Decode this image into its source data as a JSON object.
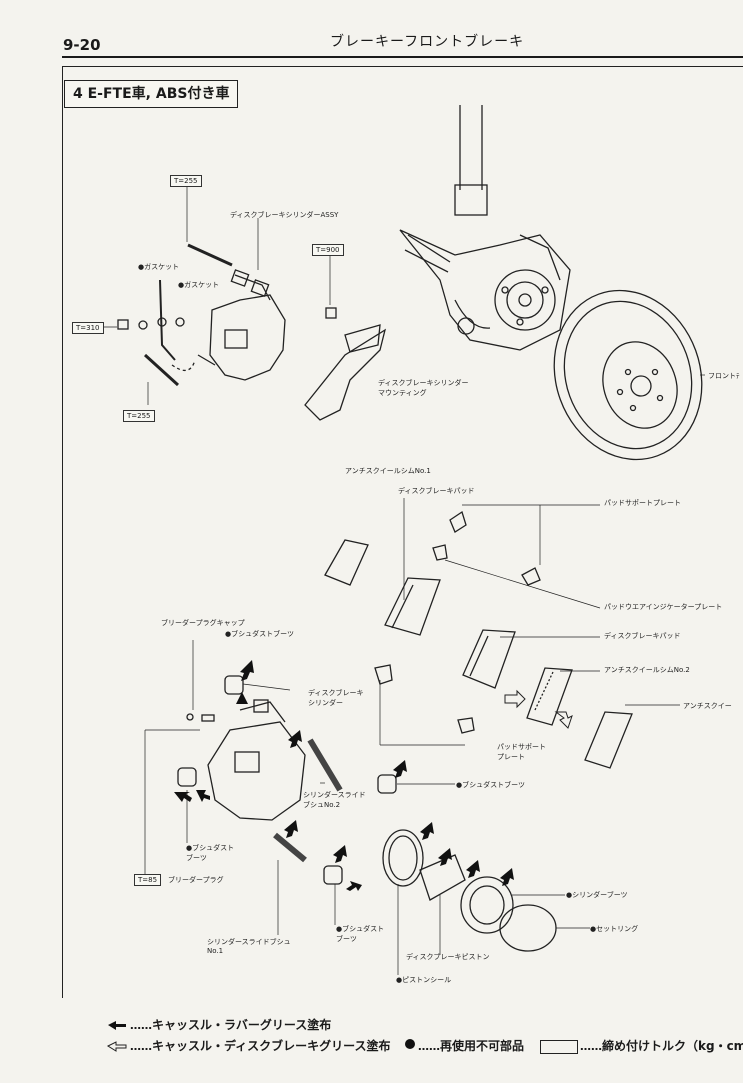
{
  "page": {
    "number": "9-20",
    "header": "ブレーキーフロントブレーキ"
  },
  "section": {
    "title": "4 E-FTE車, ABS付き車"
  },
  "torque": {
    "t255a": "T=255",
    "t900": "T=900",
    "t310": "T=310",
    "t255b": "T=255",
    "t85": "T=85"
  },
  "labels": {
    "cylinder_assy": "ディスクブレーキシリンダーASSY",
    "gasket1": "●ガスケット",
    "gasket2": "●ガスケット",
    "mounting": "ディスクブレーキシリンダー\nマウンティング",
    "front_disc": "フロントﾃ",
    "shim1": "アンチスクイールシムNo.1",
    "pad_top": "ディスクブレーキパッド",
    "pad_support_top": "パッドサポートプレート",
    "wear_indicator": "パッドウエアインジケータープレート",
    "pad_right": "ディスクブレーキパッド",
    "shim2": "アンチスクイールシムNo.2",
    "anti_squeal_edge": "アンチスクイー",
    "bleeder_cap": "ブリーダープラグキャップ",
    "bushing_boot_top": "●ブシュダストブーツ",
    "cylinder": "ディスクブレーキ\nシリンダー",
    "pad_support_bottom": "パッドサポート\nプレート",
    "slide_bush2": "シリンダースライド\nブシュNo.2",
    "bushing_boot_right": "●ブシュダストブーツ",
    "bushing_boot_left": "●ブシュダスト\nブーツ",
    "bleeder_plug": "ブリーダープラグ",
    "bushing_boot_bottom": "●ブシュダスト\nブーツ",
    "slide_bush1": "シリンダースライドブシュ\nNo.1",
    "piston": "ディスクブレーキピストン",
    "cylinder_boot": "●シリンダーブーツ",
    "set_ring": "●セットリング",
    "piston_seal": "●ピストンシール"
  },
  "legend": {
    "rubber_grease": "キャッスル・ラバーグリース塗布",
    "disc_grease": "キャッスル・ディスクブレーキグリース塗布",
    "non_reusable": "再使用不可部品",
    "torque": "締め付けトルク（kg・cm）"
  }
}
